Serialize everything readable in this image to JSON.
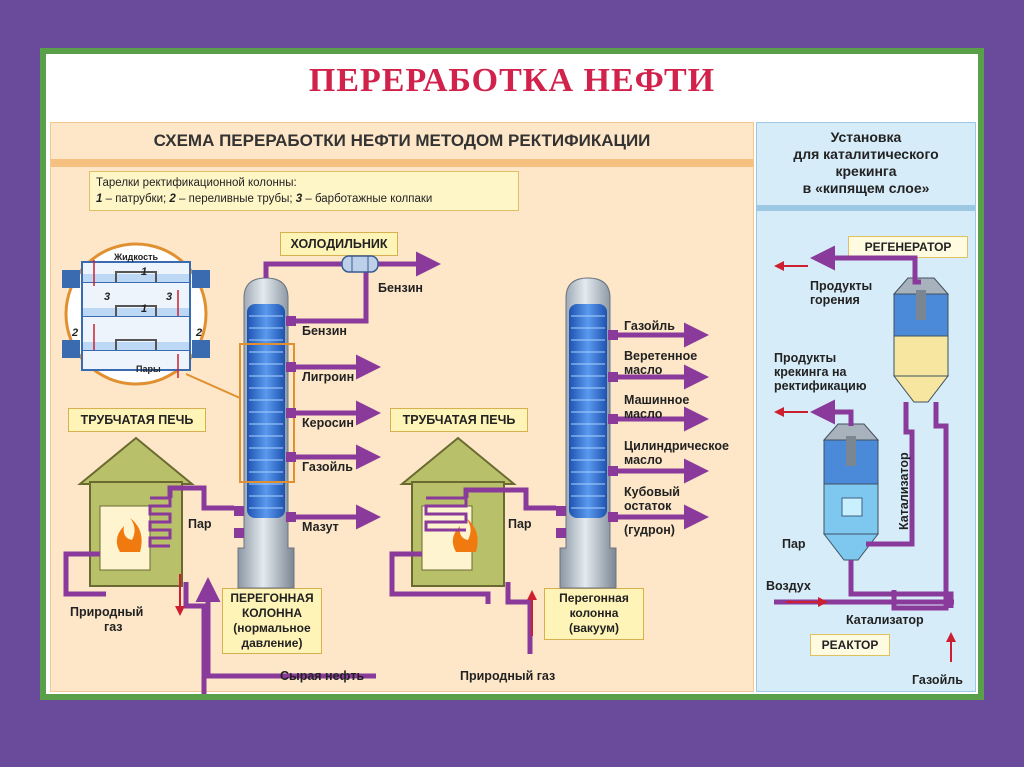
{
  "title": "ПЕРЕРАБОТКА НЕФТИ",
  "left_title": "СХЕМА ПЕРЕРАБОТКИ НЕФТИ МЕТОДОМ РЕКТИФИКАЦИИ",
  "right_title": [
    "Установка",
    "для каталитического",
    "крекинга",
    "в «кипящем слое»"
  ],
  "legend": {
    "line1": "Тарелки ректификационной колонны:",
    "n1": "1",
    "t1": " – патрубки; ",
    "n2": "2",
    "t2": " – переливные трубы; ",
    "n3": "3",
    "t3": " – барботажные колпаки"
  },
  "detail": {
    "liquid": "Жидкость",
    "vapors": "Пары",
    "n1": "1",
    "n2": "2",
    "n3": "3"
  },
  "cooler": "ХОЛОДИЛЬНИК",
  "furnace1": "ТРУБЧАТАЯ ПЕЧЬ",
  "furnace2": "ТРУБЧАТАЯ ПЕЧЬ",
  "column1": {
    "caption": [
      "ПЕРЕГОННАЯ",
      "КОЛОННА",
      "(нормальное",
      "давление)"
    ],
    "outputs": [
      "Бензин",
      "Лигроин",
      "Керосин",
      "Газойль",
      "Мазут"
    ],
    "top_output": "Бензин"
  },
  "column2": {
    "caption": [
      "Перегонная",
      "колонна",
      "(вакуум)"
    ],
    "outputs": [
      "Газойль",
      "Веретенное",
      "масло",
      "Машинное",
      "масло",
      "Цилиндрическое",
      "масло",
      "Кубовый",
      "остаток",
      "(гудрон)"
    ]
  },
  "steam1": "Пар",
  "steam2": "Пар",
  "natural_gas1": [
    "Природный",
    "газ"
  ],
  "natural_gas2": "Природный газ",
  "crude_oil": "Сырая нефть",
  "cracking": {
    "regenerator": "РЕГЕНЕРАТОР",
    "reactor": "РЕАКТОР",
    "combustion": [
      "Продукты",
      "горения"
    ],
    "cracking_products": [
      "Продукты",
      "крекинга на",
      "ректификацию"
    ],
    "catalyst_v": "Катализатор",
    "catalyst_h": "Катализатор",
    "steam": "Пар",
    "air": "Воздух",
    "gasoil": "Газойль"
  },
  "colors": {
    "pipe": "#8a3a9a",
    "arrow_red": "#cc2030",
    "column": "#a8b2bc",
    "column_blue": "#3a78d0",
    "house": "#b8c06a"
  }
}
